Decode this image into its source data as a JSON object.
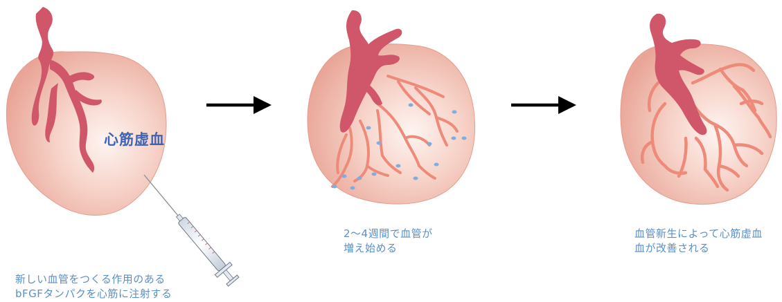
{
  "colors": {
    "heart_fill": "#f2c1b4",
    "heart_highlight": "#fdeee9",
    "artery": "#d0576a",
    "new_vessel": "#ee8a7a",
    "drop": "#7eaee0",
    "text": "#5a8fc8",
    "ischemia_label": "#3f63b5",
    "arrow": "#000000"
  },
  "icons": [
    "heart-icon",
    "syringe-icon",
    "arrow-right-icon",
    "drop-icon"
  ],
  "labels": {
    "ischemia": "心筋虚血",
    "step1": {
      "line1": "新しい血管をつくる作用のある",
      "line2": "bFGFタンパクを心筋に注射する"
    },
    "step2": {
      "line1": "2〜4週間で血管が",
      "line2": "増え始める"
    },
    "step3": {
      "line1": "血管新生によって心筋虚血",
      "line2": "血が改善される"
    }
  }
}
